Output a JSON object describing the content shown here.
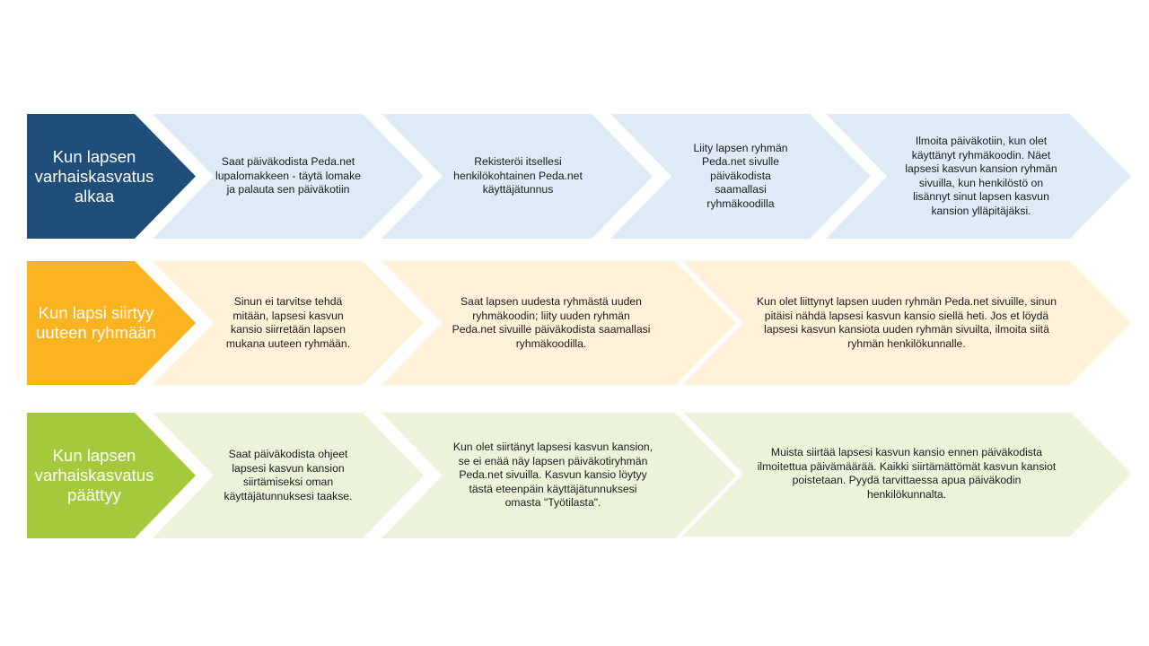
{
  "rows": [
    {
      "heading": "Kun lapsen varhaiskasvatus alkaa",
      "head_color": "#1F4E79",
      "step_color": "#DEEBF7",
      "steps": [
        "Saat päiväkodista Peda.net lupalomakkeen - täytä lomake ja palauta sen päiväkotiin",
        "Rekisteröi itsellesi henkilökohtainen Peda.net käyttäjätunnus",
        "Liity lapsen ryhmän Peda.net sivulle päiväkodista saamallasi ryhmäkoodilla",
        "Ilmoita päiväkotiin, kun olet käyttänyt ryhmäkoodin. Näet lapsesi kasvun kansion ryhmän sivuilla, kun henkilöstö on lisännyt sinut lapsen kasvun kansion ylläpitäjäksi."
      ]
    },
    {
      "heading": "Kun lapsi siirtyy uuteen ryhmään",
      "head_color": "#FBB320",
      "step_color": "#FFF2D8",
      "steps": [
        "Sinun ei tarvitse tehdä mitään, lapsesi kasvun kansio siirretään lapsen mukana uuteen ryhmään.",
        "Saat lapsen uudesta ryhmästä uuden ryhmäkoodin; liity uuden ryhmän Peda.net sivuille päiväkodista saamallasi ryhmäkoodilla.",
        "Kun olet liittynyt lapsen uuden ryhmän Peda.net sivuille, sinun pitäisi nähdä lapsesi kasvun kansio siellä heti. Jos et löydä lapsesi kasvun kansiota uuden ryhmän sivuilta, ilmoita siitä ryhmän henkilökunnalle."
      ]
    },
    {
      "heading": "Kun lapsen varhaiskasvatus päättyy",
      "head_color": "#A4C93C",
      "step_color": "#EBF4DA",
      "steps": [
        "Saat päiväkodista ohjeet lapsesi kasvun kansion siirtämiseksi oman käyttäjätunnuksesi taakse.",
        "Kun olet siirtänyt lapsesi kasvun kansion, se ei enää näy lapsen päiväkotiryhmän Peda.net sivuilla. Kasvun kansio löytyy tästä eteenpäin käyttäjätunnuksesi omasta \"Työtilasta\".",
        "Muista siirtää lapsesi kasvun kansio ennen päiväkodista ilmoitettua päivämäärää. Kaikki siirtämättömät kasvun kansiot poistetaan. Pyydä tarvittaessa apua päiväkodin henkilökunnalta."
      ]
    }
  ]
}
